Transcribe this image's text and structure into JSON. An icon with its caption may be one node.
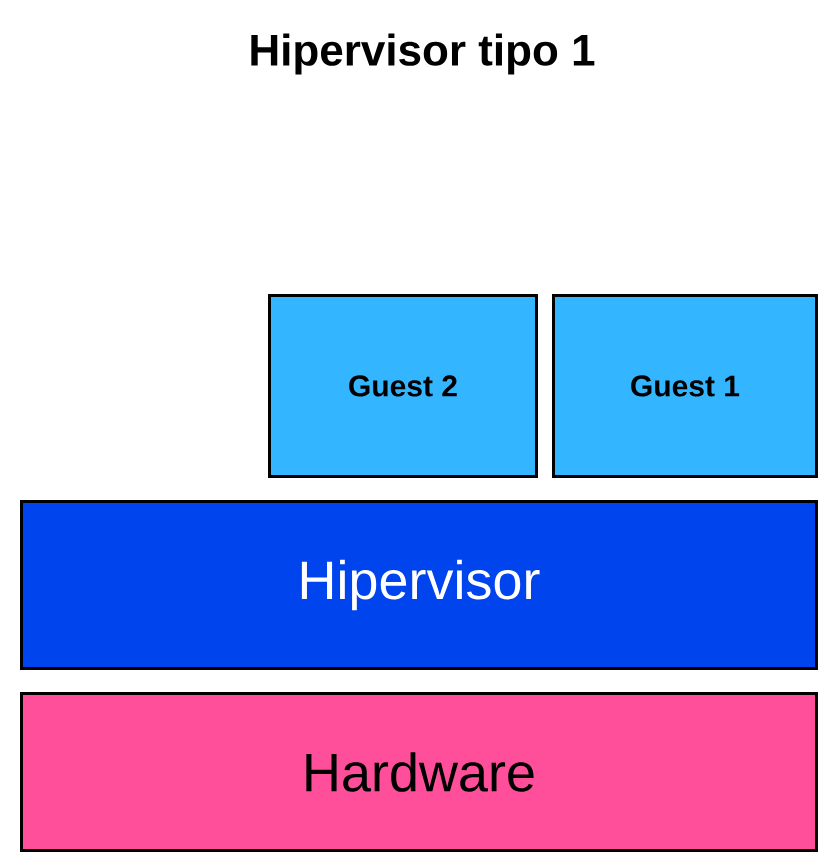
{
  "diagram": {
    "title": "Hipervisor tipo 1",
    "nodes": [
      {
        "text": [
          "Guest 2"
        ]
      },
      {
        "text": [
          "Guest 1"
        ]
      },
      {
        "text": [
          "Hipervisor"
        ]
      },
      {
        "text": [
          "Hardware"
        ]
      }
    ]
  }
}
